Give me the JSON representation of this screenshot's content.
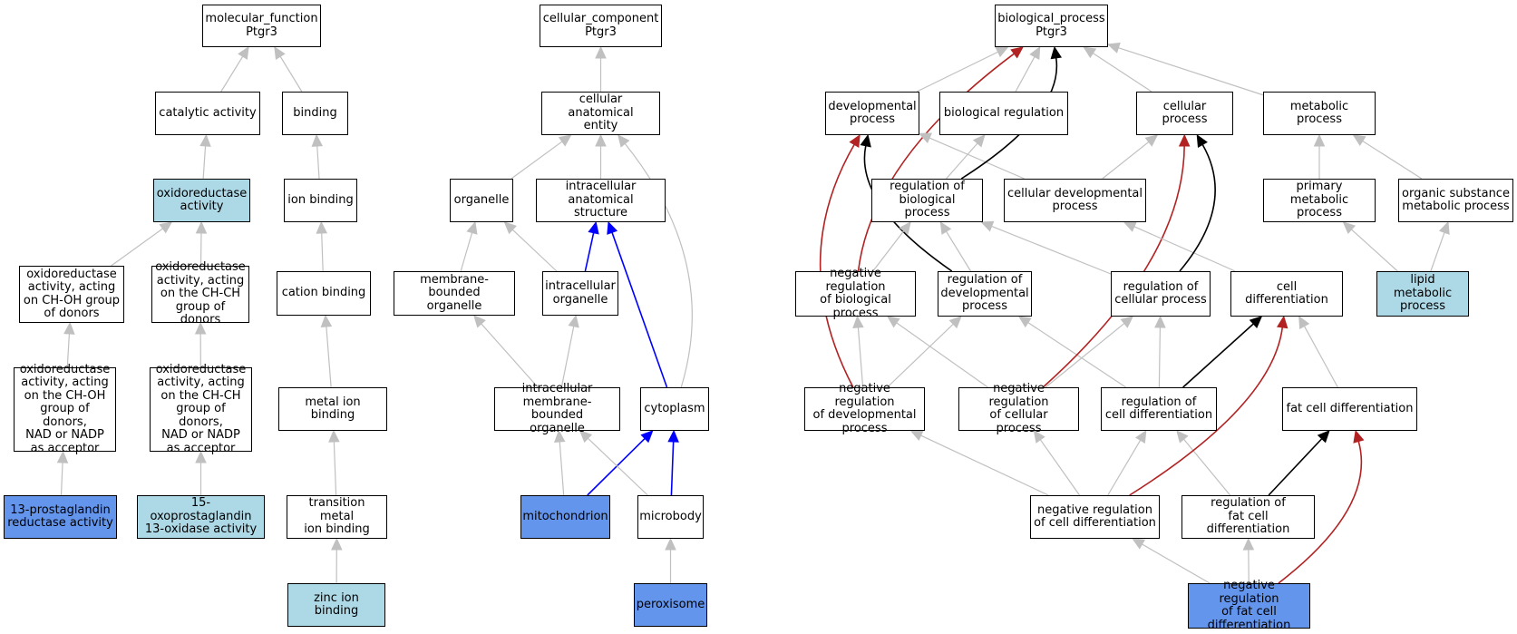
{
  "colors": {
    "plain": "#ffffff",
    "light": "#add8e6",
    "blue": "#6495ed",
    "edge_gray": "#c0c0c0",
    "edge_blue": "#0000ff",
    "edge_black": "#000000",
    "edge_red": "#b22222"
  },
  "nodes": [
    {
      "id": "mf",
      "label": "molecular_function\nPtgr3",
      "style": "plain"
    },
    {
      "id": "catalytic",
      "label": "catalytic activity",
      "style": "plain"
    },
    {
      "id": "binding",
      "label": "binding",
      "style": "plain"
    },
    {
      "id": "oxido",
      "label": "oxidoreductase\nactivity",
      "style": "light"
    },
    {
      "id": "ionbind",
      "label": "ion binding",
      "style": "plain"
    },
    {
      "id": "oxchoh",
      "label": "oxidoreductase\nactivity, acting\non CH-OH group\nof donors",
      "style": "plain"
    },
    {
      "id": "oxchch",
      "label": "oxidoreductase\nactivity, acting\non the CH-CH\ngroup of donors",
      "style": "plain"
    },
    {
      "id": "cation",
      "label": "cation binding",
      "style": "plain"
    },
    {
      "id": "oxchohnad",
      "label": "oxidoreductase\nactivity, acting\non the CH-OH\ngroup of donors,\nNAD or NADP\nas acceptor",
      "style": "plain"
    },
    {
      "id": "oxchchnad",
      "label": "oxidoreductase\nactivity, acting\non the CH-CH\ngroup of donors,\nNAD or NADP\nas acceptor",
      "style": "plain"
    },
    {
      "id": "metalion",
      "label": "metal ion binding",
      "style": "plain"
    },
    {
      "id": "prostared",
      "label": "13-prostaglandin\nreductase activity",
      "style": "blue"
    },
    {
      "id": "oxoprosta",
      "label": "15-oxoprostaglandin\n13-oxidase activity",
      "style": "light"
    },
    {
      "id": "transmetal",
      "label": "transition metal\nion binding",
      "style": "plain"
    },
    {
      "id": "zinc",
      "label": "zinc ion binding",
      "style": "light"
    },
    {
      "id": "cc",
      "label": "cellular_component\nPtgr3",
      "style": "plain"
    },
    {
      "id": "cae",
      "label": "cellular anatomical\nentity",
      "style": "plain"
    },
    {
      "id": "organelle",
      "label": "organelle",
      "style": "plain"
    },
    {
      "id": "ias",
      "label": "intracellular\nanatomical structure",
      "style": "plain"
    },
    {
      "id": "mbo",
      "label": "membrane-bounded\norganelle",
      "style": "plain"
    },
    {
      "id": "intorg",
      "label": "intracellular\norganelle",
      "style": "plain"
    },
    {
      "id": "imbo",
      "label": "intracellular\nmembrane-bounded\norganelle",
      "style": "plain"
    },
    {
      "id": "cytoplasm",
      "label": "cytoplasm",
      "style": "plain"
    },
    {
      "id": "mito",
      "label": "mitochondrion",
      "style": "blue"
    },
    {
      "id": "microbody",
      "label": "microbody",
      "style": "plain"
    },
    {
      "id": "perox",
      "label": "peroxisome",
      "style": "blue"
    },
    {
      "id": "bp",
      "label": "biological_process\nPtgr3",
      "style": "plain"
    },
    {
      "id": "devproc",
      "label": "developmental\nprocess",
      "style": "plain"
    },
    {
      "id": "bioreg",
      "label": "biological regulation",
      "style": "plain"
    },
    {
      "id": "cellproc",
      "label": "cellular process",
      "style": "plain"
    },
    {
      "id": "metproc",
      "label": "metabolic process",
      "style": "plain"
    },
    {
      "id": "regbio",
      "label": "regulation of\nbiological process",
      "style": "plain"
    },
    {
      "id": "celldev",
      "label": "cellular developmental\nprocess",
      "style": "plain"
    },
    {
      "id": "primmet",
      "label": "primary metabolic\nprocess",
      "style": "plain"
    },
    {
      "id": "orgsub",
      "label": "organic substance\nmetabolic process",
      "style": "plain"
    },
    {
      "id": "negregbio",
      "label": "negative regulation\nof biological\nprocess",
      "style": "plain"
    },
    {
      "id": "regdev",
      "label": "regulation of\ndevelopmental\nprocess",
      "style": "plain"
    },
    {
      "id": "regcell",
      "label": "regulation of\ncellular process",
      "style": "plain"
    },
    {
      "id": "celldiff",
      "label": "cell differentiation",
      "style": "plain"
    },
    {
      "id": "lipid",
      "label": "lipid metabolic\nprocess",
      "style": "light"
    },
    {
      "id": "negregdev",
      "label": "negative regulation\nof developmental\nprocess",
      "style": "plain"
    },
    {
      "id": "negregcell",
      "label": "negative regulation\nof cellular\nprocess",
      "style": "plain"
    },
    {
      "id": "regcelldiff",
      "label": "regulation of\ncell differentiation",
      "style": "plain"
    },
    {
      "id": "fatdiff",
      "label": "fat cell differentiation",
      "style": "plain"
    },
    {
      "id": "negregcelldiff",
      "label": "negative regulation\nof cell differentiation",
      "style": "plain"
    },
    {
      "id": "regfat",
      "label": "regulation of\nfat cell differentiation",
      "style": "plain"
    },
    {
      "id": "negregfat",
      "label": "negative regulation\nof fat cell\ndifferentiation",
      "style": "blue"
    }
  ],
  "edges": [
    {
      "from": "catalytic",
      "to": "mf",
      "color": "gray"
    },
    {
      "from": "binding",
      "to": "mf",
      "color": "gray"
    },
    {
      "from": "oxido",
      "to": "catalytic",
      "color": "gray"
    },
    {
      "from": "ionbind",
      "to": "binding",
      "color": "gray"
    },
    {
      "from": "oxchoh",
      "to": "oxido",
      "color": "gray"
    },
    {
      "from": "oxchch",
      "to": "oxido",
      "color": "gray"
    },
    {
      "from": "cation",
      "to": "ionbind",
      "color": "gray"
    },
    {
      "from": "oxchohnad",
      "to": "oxchoh",
      "color": "gray"
    },
    {
      "from": "oxchchnad",
      "to": "oxchch",
      "color": "gray"
    },
    {
      "from": "metalion",
      "to": "cation",
      "color": "gray"
    },
    {
      "from": "prostared",
      "to": "oxchohnad",
      "color": "gray"
    },
    {
      "from": "oxoprosta",
      "to": "oxchchnad",
      "color": "gray"
    },
    {
      "from": "transmetal",
      "to": "metalion",
      "color": "gray"
    },
    {
      "from": "zinc",
      "to": "transmetal",
      "color": "gray"
    },
    {
      "from": "cae",
      "to": "cc",
      "color": "gray"
    },
    {
      "from": "organelle",
      "to": "cae",
      "color": "gray"
    },
    {
      "from": "ias",
      "to": "cae",
      "color": "gray"
    },
    {
      "from": "cytoplasm",
      "to": "cae",
      "color": "gray",
      "curve": "right"
    },
    {
      "from": "mbo",
      "to": "organelle",
      "color": "gray"
    },
    {
      "from": "intorg",
      "to": "organelle",
      "color": "gray"
    },
    {
      "from": "intorg",
      "to": "ias",
      "color": "blue"
    },
    {
      "from": "cytoplasm",
      "to": "ias",
      "color": "blue"
    },
    {
      "from": "imbo",
      "to": "mbo",
      "color": "gray"
    },
    {
      "from": "imbo",
      "to": "intorg",
      "color": "gray"
    },
    {
      "from": "mito",
      "to": "imbo",
      "color": "gray"
    },
    {
      "from": "microbody",
      "to": "imbo",
      "color": "gray"
    },
    {
      "from": "mito",
      "to": "cytoplasm",
      "color": "blue"
    },
    {
      "from": "microbody",
      "to": "cytoplasm",
      "color": "blue"
    },
    {
      "from": "perox",
      "to": "microbody",
      "color": "gray"
    },
    {
      "from": "devproc",
      "to": "bp",
      "color": "gray"
    },
    {
      "from": "bioreg",
      "to": "bp",
      "color": "gray"
    },
    {
      "from": "cellproc",
      "to": "bp",
      "color": "gray"
    },
    {
      "from": "metproc",
      "to": "bp",
      "color": "gray"
    },
    {
      "from": "regbio",
      "to": "bp",
      "color": "black",
      "curve": "right"
    },
    {
      "from": "regbio",
      "to": "bioreg",
      "color": "gray"
    },
    {
      "from": "celldev",
      "to": "devproc",
      "color": "gray"
    },
    {
      "from": "celldev",
      "to": "cellproc",
      "color": "gray"
    },
    {
      "from": "primmet",
      "to": "metproc",
      "color": "gray"
    },
    {
      "from": "orgsub",
      "to": "metproc",
      "color": "gray"
    },
    {
      "from": "negregbio",
      "to": "regbio",
      "color": "gray"
    },
    {
      "from": "negregbio",
      "to": "bp",
      "color": "red",
      "curve": "left"
    },
    {
      "from": "regdev",
      "to": "regbio",
      "color": "gray"
    },
    {
      "from": "regdev",
      "to": "devproc",
      "color": "black",
      "curve": "left"
    },
    {
      "from": "regcell",
      "to": "regbio",
      "color": "gray"
    },
    {
      "from": "regcell",
      "to": "cellproc",
      "color": "black",
      "curve": "right"
    },
    {
      "from": "celldiff",
      "to": "celldev",
      "color": "gray"
    },
    {
      "from": "lipid",
      "to": "primmet",
      "color": "gray"
    },
    {
      "from": "lipid",
      "to": "orgsub",
      "color": "gray"
    },
    {
      "from": "negregdev",
      "to": "negregbio",
      "color": "gray"
    },
    {
      "from": "negregdev",
      "to": "regdev",
      "color": "gray"
    },
    {
      "from": "negregdev",
      "to": "devproc",
      "color": "red",
      "curve": "left"
    },
    {
      "from": "negregcell",
      "to": "negregbio",
      "color": "gray"
    },
    {
      "from": "negregcell",
      "to": "regcell",
      "color": "gray"
    },
    {
      "from": "negregcell",
      "to": "cellproc",
      "color": "red",
      "curve": "right"
    },
    {
      "from": "regcelldiff",
      "to": "regdev",
      "color": "gray"
    },
    {
      "from": "regcelldiff",
      "to": "regcell",
      "color": "gray"
    },
    {
      "from": "regcelldiff",
      "to": "celldiff",
      "color": "black"
    },
    {
      "from": "fatdiff",
      "to": "celldiff",
      "color": "gray"
    },
    {
      "from": "negregcelldiff",
      "to": "negregdev",
      "color": "gray"
    },
    {
      "from": "negregcelldiff",
      "to": "negregcell",
      "color": "gray"
    },
    {
      "from": "negregcelldiff",
      "to": "regcelldiff",
      "color": "gray"
    },
    {
      "from": "negregcelldiff",
      "to": "celldiff",
      "color": "red",
      "curve": "right"
    },
    {
      "from": "regfat",
      "to": "regcelldiff",
      "color": "gray"
    },
    {
      "from": "regfat",
      "to": "fatdiff",
      "color": "black"
    },
    {
      "from": "negregfat",
      "to": "negregcelldiff",
      "color": "gray"
    },
    {
      "from": "negregfat",
      "to": "regfat",
      "color": "gray"
    },
    {
      "from": "negregfat",
      "to": "fatdiff",
      "color": "red",
      "curve": "right"
    }
  ]
}
